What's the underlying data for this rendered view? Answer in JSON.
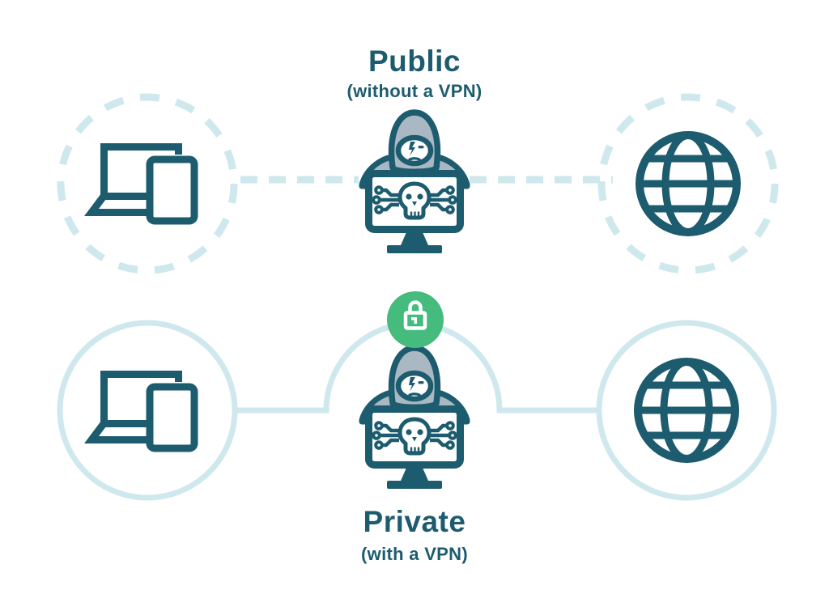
{
  "public_section": {
    "title": "Public",
    "subtitle": "(without a VPN)"
  },
  "private_section": {
    "title": "Private",
    "subtitle": "(with a VPN)"
  },
  "colors": {
    "dark_teal": "#1D5C6E",
    "light_blue": "#CFE8EE",
    "hood_gray": "#A9B8C2",
    "lock_green": "#45BB7D",
    "bg": "#FFFFFF"
  },
  "icons": {
    "devices": "laptop-and-tablet-icon",
    "hacker": "hacker-skull-monitor-icon",
    "globe": "internet-globe-icon",
    "lock": "vpn-padlock-icon"
  },
  "connections": {
    "public": "dashed-exposed-line-through-hacker",
    "private": "solid-encrypted-line-bypassing-hacker"
  }
}
